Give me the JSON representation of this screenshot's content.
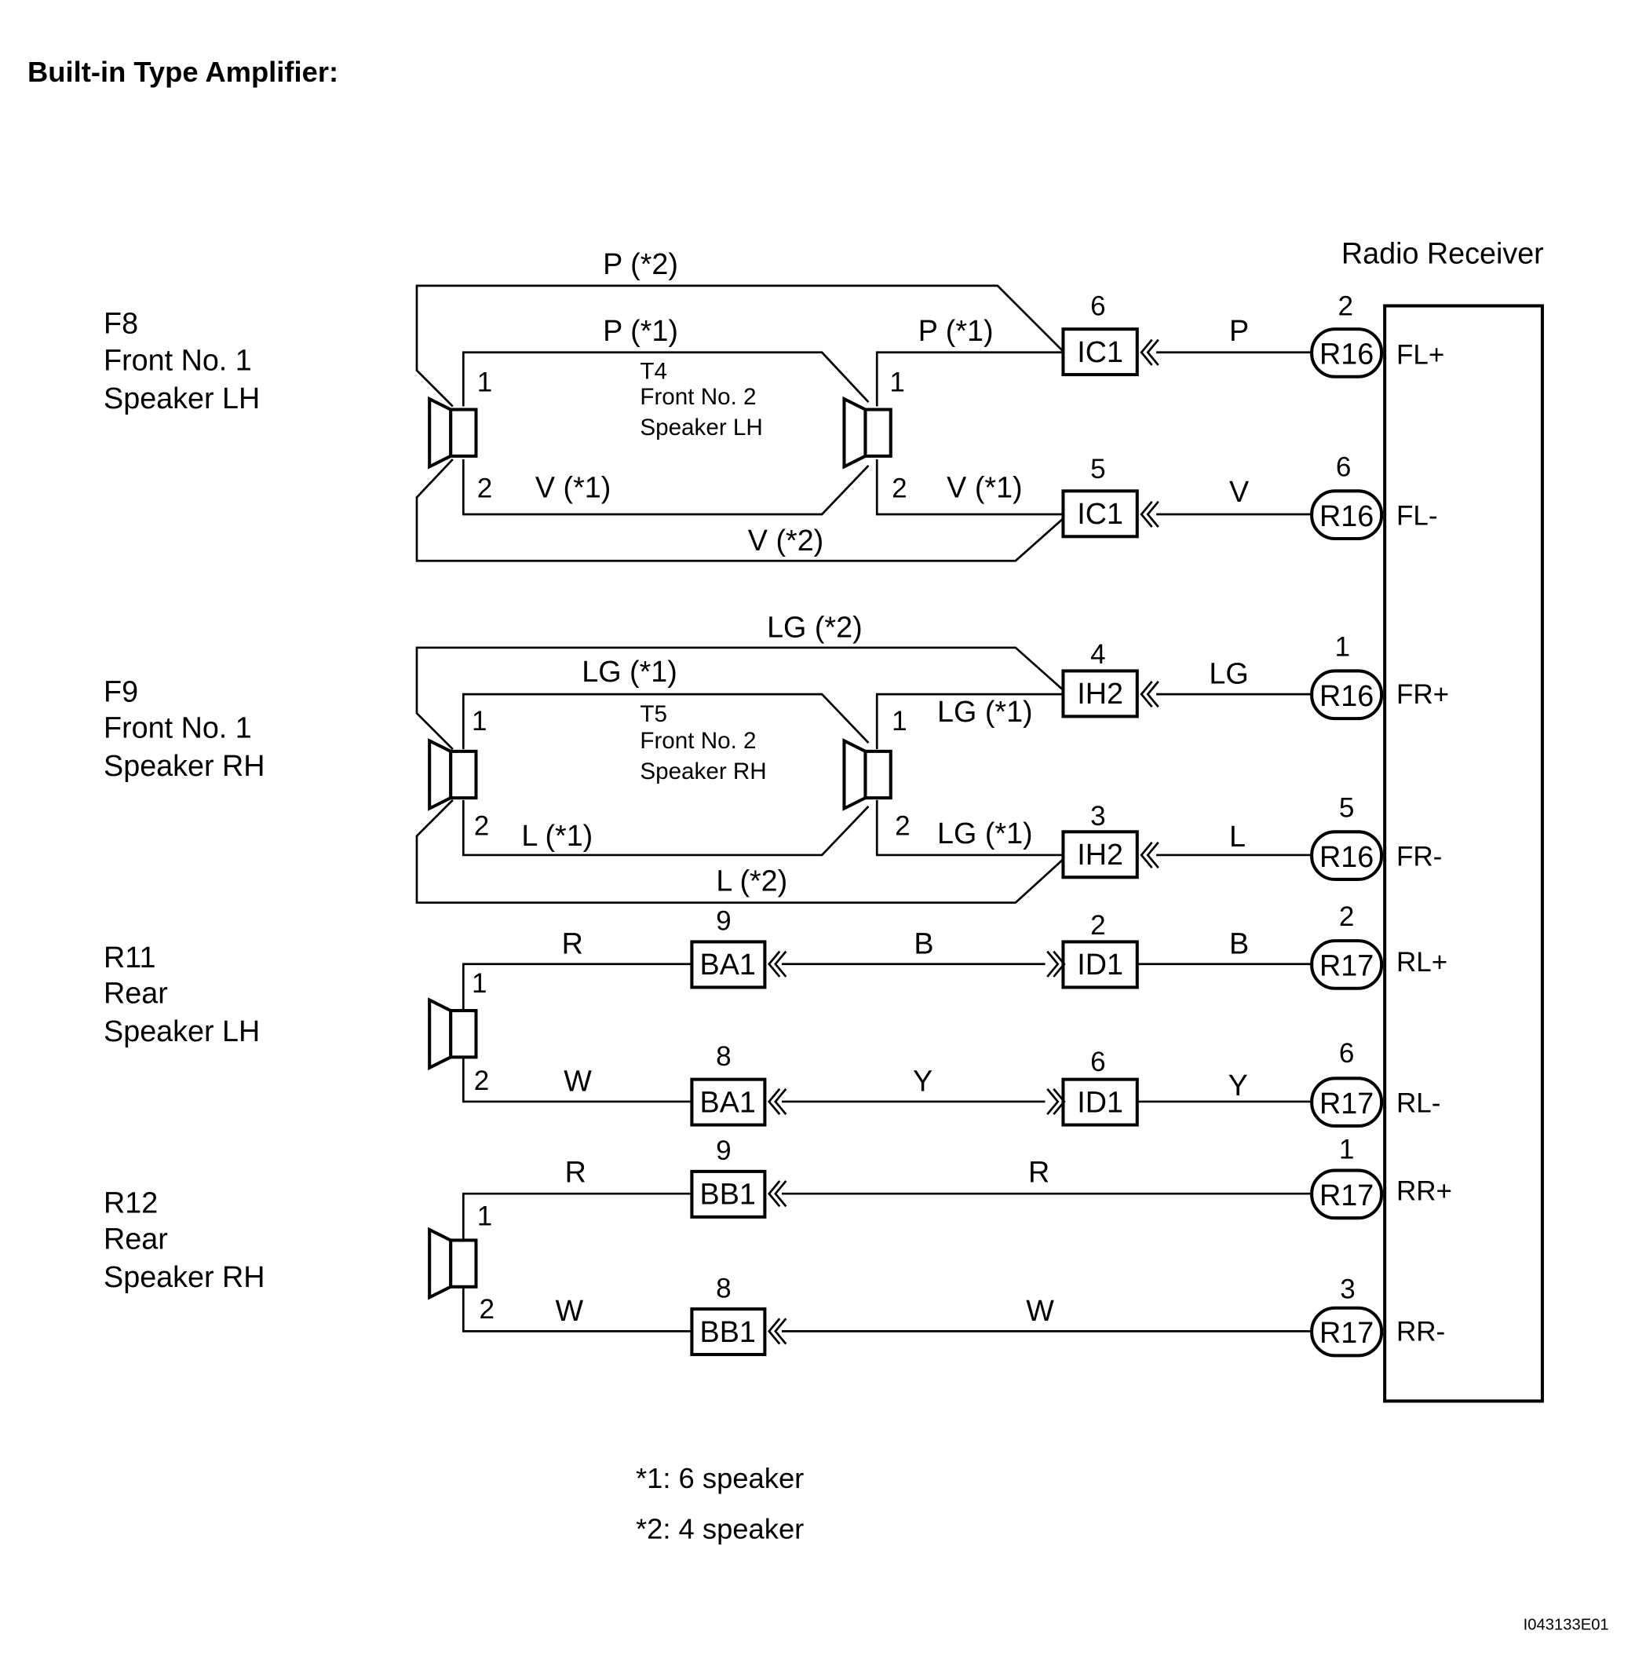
{
  "title": "Built-in Type Amplifier:",
  "receiver": {
    "label": "Radio Receiver",
    "terminals": [
      "FL+",
      "FL-",
      "FR+",
      "FR-",
      "RL+",
      "RL-",
      "RR+",
      "RR-"
    ]
  },
  "speakers": {
    "f8": [
      "F8",
      "Front No. 1",
      "Speaker LH"
    ],
    "t4": [
      "T4",
      "Front  No. 2",
      "Speaker LH"
    ],
    "f9": [
      "F9",
      "Front No. 1",
      "Speaker RH"
    ],
    "t5": [
      "T5",
      "Front  No. 2",
      "Speaker RH"
    ],
    "r11": [
      "R11",
      "Rear",
      "Speaker LH"
    ],
    "r12": [
      "R12",
      "Rear",
      "Speaker RH"
    ]
  },
  "pins": {
    "f8_1": "1",
    "f8_2": "2",
    "t4_1": "1",
    "t4_2": "2",
    "f9_1": "1",
    "f9_2": "2",
    "t5_1": "1",
    "t5_2": "2",
    "r11_1": "1",
    "r11_2": "2",
    "r12_1": "1",
    "r12_2": "2"
  },
  "wires": {
    "p2": "P (*2)",
    "p1a": "P (*1)",
    "p1b": "P (*1)",
    "p": "P",
    "v1a": "V (*1)",
    "v1b": "V (*1)",
    "v2": "V (*2)",
    "v": "V",
    "lg2": "LG (*2)",
    "lg1a": "LG (*1)",
    "lg1b": "LG (*1)",
    "lg": "LG",
    "l1": "L (*1)",
    "lg1c": "LG (*1)",
    "l2": "L (*2)",
    "l": "L",
    "r11_r": "R",
    "r11_b": "B",
    "r11_b2": "B",
    "r11_w": "W",
    "r11_y": "Y",
    "r11_y2": "Y",
    "r12_r": "R",
    "r12_r2": "R",
    "r12_w": "W",
    "r12_w2": "W"
  },
  "connectors": [
    {
      "id": "ic1_top",
      "name": "IC1",
      "pin": "6"
    },
    {
      "id": "ic1_bot",
      "name": "IC1",
      "pin": "5"
    },
    {
      "id": "ih2_top",
      "name": "IH2",
      "pin": "4"
    },
    {
      "id": "ih2_bot",
      "name": "IH2",
      "pin": "3"
    },
    {
      "id": "ba1_top",
      "name": "BA1",
      "pin": "9"
    },
    {
      "id": "id1_top",
      "name": "ID1",
      "pin": "2"
    },
    {
      "id": "ba1_bot",
      "name": "BA1",
      "pin": "8"
    },
    {
      "id": "id1_bot",
      "name": "ID1",
      "pin": "6"
    },
    {
      "id": "bb1_top",
      "name": "BB1",
      "pin": "9"
    },
    {
      "id": "bb1_bot",
      "name": "BB1",
      "pin": "8"
    }
  ],
  "receiver_connectors": [
    {
      "name": "R16",
      "pin": "2"
    },
    {
      "name": "R16",
      "pin": "6"
    },
    {
      "name": "R16",
      "pin": "1"
    },
    {
      "name": "R16",
      "pin": "5"
    },
    {
      "name": "R17",
      "pin": "2"
    },
    {
      "name": "R17",
      "pin": "6"
    },
    {
      "name": "R17",
      "pin": "1"
    },
    {
      "name": "R17",
      "pin": "3"
    }
  ],
  "notes": [
    "*1: 6 speaker",
    "*2: 4 speaker"
  ],
  "figure_id": "I043133E01"
}
